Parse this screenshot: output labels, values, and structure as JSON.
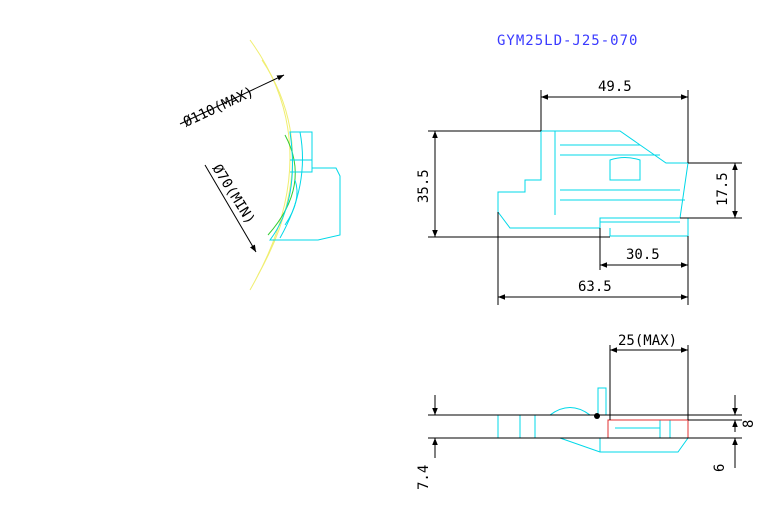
{
  "drawing": {
    "part_number": "GYM25LD-J25-070",
    "dimensions": {
      "dia_max": "Ø110(MAX)",
      "dia_min": "Ø70(MIN)",
      "width_top": "49.5",
      "height_left": "35.5",
      "height_right": "17.5",
      "width_mid": "30.5",
      "width_overall": "63.5",
      "side_depth": "25(MAX)",
      "side_right_a": "8",
      "side_right_b": "6",
      "side_left": "7.4"
    }
  },
  "colors": {
    "part_outline": "#00d8e8",
    "dimension": "#000000",
    "title": "#3a3aff",
    "arc_max": "#f0ee70",
    "arc_min": "#33cc33",
    "highlight": "#e03030"
  }
}
